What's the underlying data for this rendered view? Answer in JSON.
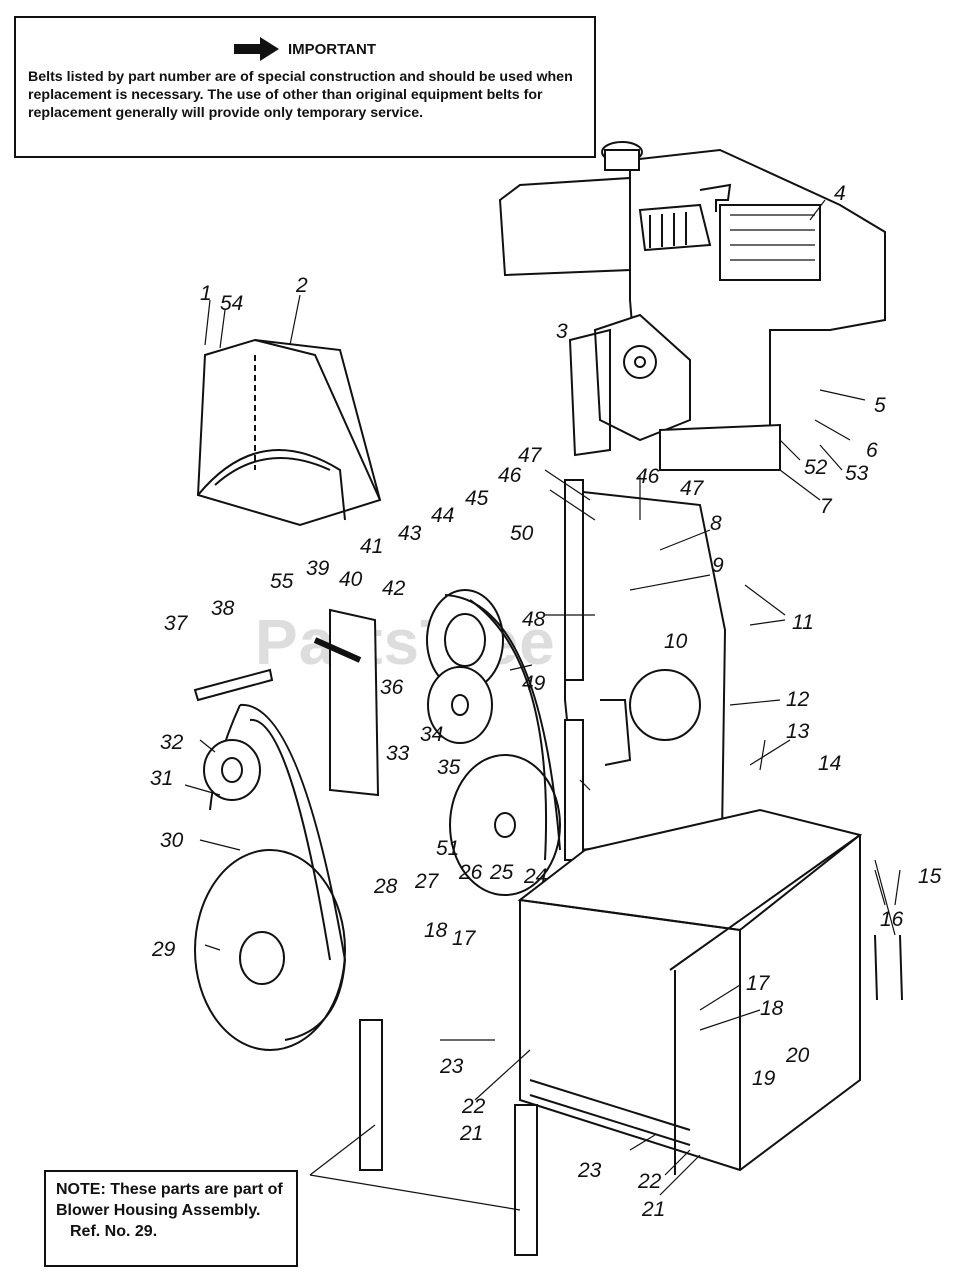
{
  "important": {
    "heading": "IMPORTANT",
    "text": "Belts listed by part number are of special construction and should be used when replacement is necessary. The use of other than original equipment belts for replacement generally will provide only temporary service."
  },
  "note": {
    "line1": "NOTE: These parts are part of Blower Housing Assembly.",
    "line2": "Ref. No. 29."
  },
  "watermark": "PartsTree",
  "callouts": [
    {
      "id": "c1",
      "text": "1"
    },
    {
      "id": "c54",
      "text": "54"
    },
    {
      "id": "c2",
      "text": "2"
    },
    {
      "id": "c3",
      "text": "3"
    },
    {
      "id": "c4",
      "text": "4"
    },
    {
      "id": "c5",
      "text": "5"
    },
    {
      "id": "c6",
      "text": "6"
    },
    {
      "id": "c52",
      "text": "52"
    },
    {
      "id": "c53",
      "text": "53"
    },
    {
      "id": "c7",
      "text": "7"
    },
    {
      "id": "c47a",
      "text": "47"
    },
    {
      "id": "c46a",
      "text": "46"
    },
    {
      "id": "c45",
      "text": "45"
    },
    {
      "id": "c44",
      "text": "44"
    },
    {
      "id": "c43",
      "text": "43"
    },
    {
      "id": "c46b",
      "text": "46"
    },
    {
      "id": "c47b",
      "text": "47"
    },
    {
      "id": "c8",
      "text": "8"
    },
    {
      "id": "c50",
      "text": "50"
    },
    {
      "id": "c9",
      "text": "9"
    },
    {
      "id": "c11",
      "text": "11"
    },
    {
      "id": "c41",
      "text": "41"
    },
    {
      "id": "c39",
      "text": "39"
    },
    {
      "id": "c40",
      "text": "40"
    },
    {
      "id": "c55",
      "text": "55"
    },
    {
      "id": "c42",
      "text": "42"
    },
    {
      "id": "c48",
      "text": "48"
    },
    {
      "id": "c10",
      "text": "10"
    },
    {
      "id": "c37",
      "text": "37"
    },
    {
      "id": "c38",
      "text": "38"
    },
    {
      "id": "c49",
      "text": "49"
    },
    {
      "id": "c12",
      "text": "12"
    },
    {
      "id": "c36",
      "text": "36"
    },
    {
      "id": "c32",
      "text": "32"
    },
    {
      "id": "c34",
      "text": "34"
    },
    {
      "id": "c13",
      "text": "13"
    },
    {
      "id": "c14",
      "text": "14"
    },
    {
      "id": "c33",
      "text": "33"
    },
    {
      "id": "c35",
      "text": "35"
    },
    {
      "id": "c31",
      "text": "31"
    },
    {
      "id": "c30",
      "text": "30"
    },
    {
      "id": "c51",
      "text": "51"
    },
    {
      "id": "c26",
      "text": "26"
    },
    {
      "id": "c25",
      "text": "25"
    },
    {
      "id": "c24",
      "text": "24"
    },
    {
      "id": "c28",
      "text": "28"
    },
    {
      "id": "c27",
      "text": "27"
    },
    {
      "id": "c15",
      "text": "15"
    },
    {
      "id": "c16",
      "text": "16"
    },
    {
      "id": "c18a",
      "text": "18"
    },
    {
      "id": "c17a",
      "text": "17"
    },
    {
      "id": "c29",
      "text": "29"
    },
    {
      "id": "c17b",
      "text": "17"
    },
    {
      "id": "c18b",
      "text": "18"
    },
    {
      "id": "c23a",
      "text": "23"
    },
    {
      "id": "c20",
      "text": "20"
    },
    {
      "id": "c19",
      "text": "19"
    },
    {
      "id": "c22a",
      "text": "22"
    },
    {
      "id": "c21a",
      "text": "21"
    },
    {
      "id": "c23b",
      "text": "23"
    },
    {
      "id": "c22b",
      "text": "22"
    },
    {
      "id": "c21b",
      "text": "21"
    }
  ]
}
